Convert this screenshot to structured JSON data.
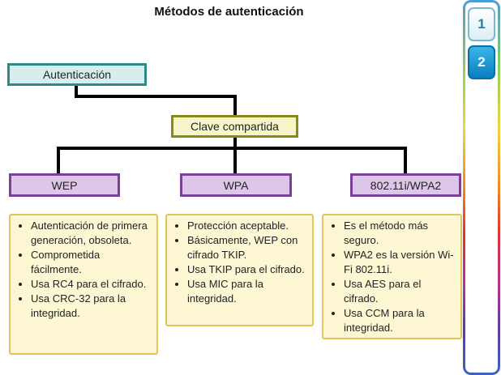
{
  "title": "Métodos de autenticación",
  "diagram": {
    "root": "Autenticación",
    "shared_key": "Clave compartida",
    "methods": [
      {
        "label": "WEP",
        "bullets": [
          "Autenticación de primera generación, obsoleta.",
          "Comprometida fácilmente.",
          "Usa RC4 para el cifrado.",
          "Usa CRC-32 para la integridad."
        ]
      },
      {
        "label": "WPA",
        "bullets": [
          "Protección aceptable.",
          "Básicamente, WEP con cifrado TKIP.",
          "Usa TKIP para el cifrado.",
          "Usa MIC para la integridad."
        ]
      },
      {
        "label": "802.11i/WPA2",
        "bullets": [
          "Es el método más seguro.",
          "WPA2 es la versión Wi-Fi 802.11i.",
          "Usa AES para el cifrado.",
          "Usa CCM para la integridad."
        ]
      }
    ]
  },
  "pages": [
    "1",
    "2"
  ],
  "active_page": "2",
  "colors": {
    "root_fill": "#d6eeee",
    "root_border": "#2c8a8a",
    "shared_fill": "#f7f6c8",
    "method_fill": "#ddc6ea",
    "method_border": "#7a4296",
    "note_fill": "#fdf8d3",
    "active_page": "#0a7fc2"
  }
}
